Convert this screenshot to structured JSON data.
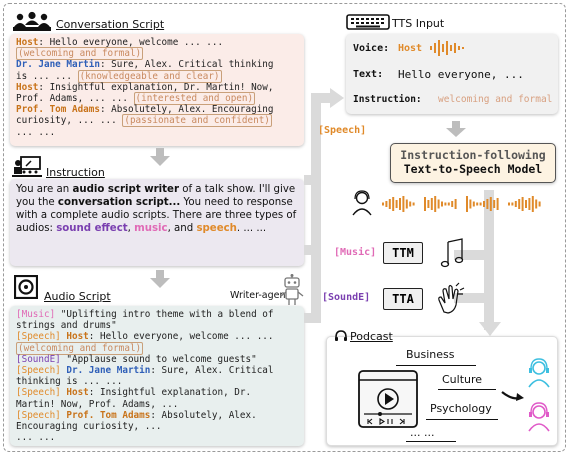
{
  "conversation": {
    "header": "Conversation Script",
    "lines": [
      {
        "speaker": "Host",
        "text": ": Hello everyone, welcome ... ..."
      },
      {
        "note": "(welcoming and formal)"
      },
      {
        "speaker": "Dr. Jane Martin",
        "text": ": Sure, Alex. Critical thinking"
      },
      {
        "text": "is ... ... ",
        "note": "(knowledgeable and clear)"
      },
      {
        "speaker": "Host",
        "text": ": Insightful explanation, Dr. Martin! Now,"
      },
      {
        "text": "Prof. Adams, ... ... ",
        "note": "(interested and open)"
      },
      {
        "speaker": "Prof. Tom Adams",
        "text": ": Absolutely, Alex. Encouraging"
      },
      {
        "text": "curiosity, ... ... ",
        "note": "(passionate and confident)"
      },
      {
        "text": "... ..."
      }
    ]
  },
  "instruction": {
    "header": "Instruction",
    "p1": "You are an ",
    "b1": "audio script writer",
    "p2": " of a talk show. I'll give you the ",
    "b2": "conversation script...",
    "p3": " You need to response with a complete audio scripts. There are three types of audios: ",
    "sound": "sound effect",
    "comma1": ", ",
    "music": "music",
    "comma2": ", and ",
    "speech": "speech",
    "tail": ". ... ..."
  },
  "audio_script": {
    "header": "Audio Script",
    "agent": "Writer-agent",
    "lines": [
      {
        "tag": "[Music]",
        "text": " \"Uplifting intro theme with a blend of"
      },
      {
        "text": "strings and drums\""
      },
      {
        "tag": "[Speech]",
        "speaker": " Host",
        "text": ": Hello everyone, welcome ... ..."
      },
      {
        "note": "(welcoming and formal)"
      },
      {
        "tag": "[SoundE]",
        "text": " \"Applause sound to welcome guests\""
      },
      {
        "tag": "[Speech]",
        "speaker": " Dr. Jane Martin",
        "text": ": Sure, Alex. Critical"
      },
      {
        "text": "thinking is ... ..."
      },
      {
        "tag": "[Speech]",
        "speaker": " Host",
        "text": ": Insightful explanation, Dr."
      },
      {
        "text": "Martin! Now, Prof. Adams, ..."
      },
      {
        "tag": "[Speech]",
        "speaker": " Prof. Tom Adams",
        "text": ": Absolutely, Alex."
      },
      {
        "text": "Encouraging curiosity, ..."
      },
      {
        "text": "... ..."
      }
    ]
  },
  "tts_input": {
    "header": "TTS Input",
    "voice_label": "Voice:",
    "voice_value": "Host",
    "text_label": "Text:",
    "text_value": "Hello everyone, ...",
    "instr_label": "Instruction:",
    "instr_value": "welcoming and formal"
  },
  "labels": {
    "speech": "[Speech]",
    "music": "[Music]",
    "sounde": "[SoundE]",
    "ttm": "TTM",
    "tta": "TTA"
  },
  "tts_model": {
    "line1": "Instruction-following",
    "line2": "Text-to-Speech Model"
  },
  "podcast": {
    "header": "Podcast",
    "t1": "Business",
    "t2": "Culture",
    "t3": "Psychology",
    "t4": "... ..."
  },
  "colors": {
    "music": "#e06ab6",
    "speech": "#e08a2a",
    "speaker": "#2f5fb8",
    "sound": "#7a3fb0",
    "annotation": "#c98a60",
    "conv_bg": "#fbece8",
    "instr_bg": "#ece8f0",
    "audio_bg": "#e8efee",
    "tts_bg": "#f1f1f1",
    "model_bg": "#fdf3e2",
    "person_icon": "#3dbfe0",
    "person_icon2": "#e05ac8"
  }
}
